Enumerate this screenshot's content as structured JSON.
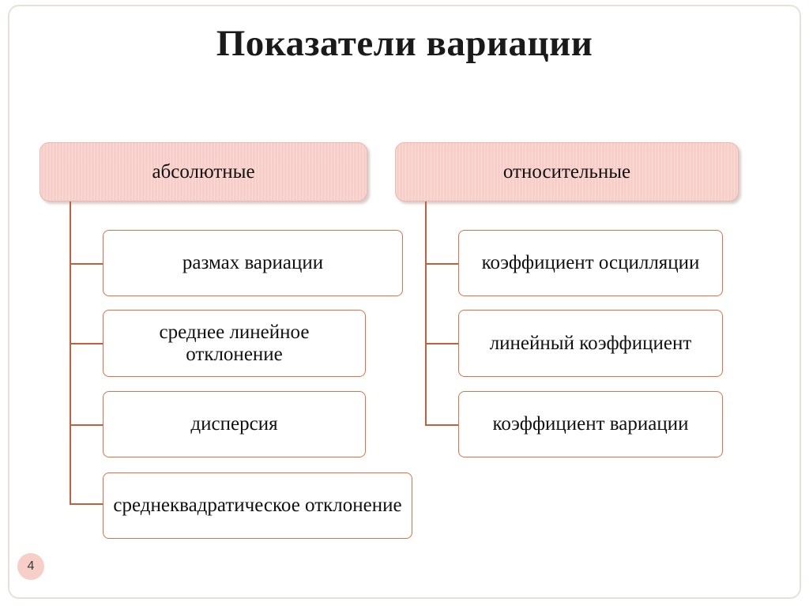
{
  "slide": {
    "title": "Показатели вариации",
    "page_number": "4",
    "colors": {
      "head_fill": "#f7cfc8",
      "head_border": "#e8b9b0",
      "leaf_border": "#e0714a",
      "connector": "#c0603c",
      "frame_border": "#e9e0da",
      "text": "#111111"
    }
  },
  "diagram": {
    "branches": [
      {
        "head": "абсолютные",
        "items": [
          "размах вариации",
          "среднее линейное отклонение",
          "дисперсия",
          "среднеквадратическое отклонение"
        ]
      },
      {
        "head": "относительные",
        "items": [
          "коэффициент осцилляции",
          "линейный коэффициент",
          "коэффициент вариации"
        ]
      }
    ]
  }
}
